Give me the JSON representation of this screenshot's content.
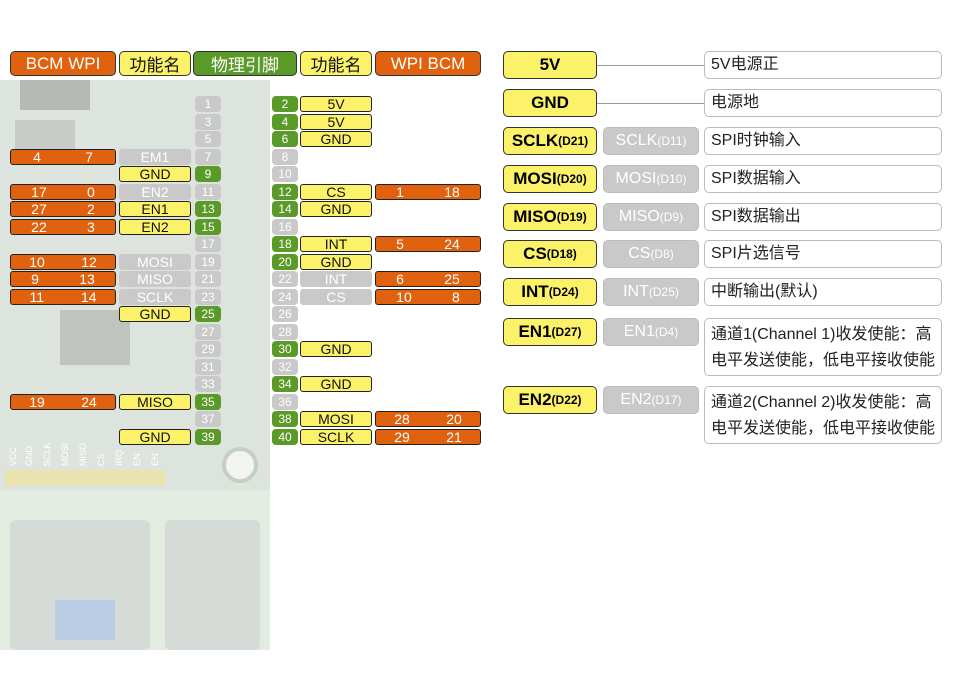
{
  "header": {
    "left_bcm_wpi": "BCM  WPI",
    "left_func": "功能名",
    "phys": "物理引脚",
    "right_func": "功能名",
    "right_wpi_bcm": "WPI  BCM"
  },
  "left_rows": [
    {
      "pin": "1",
      "func": "",
      "bcm": "",
      "wpi": "",
      "active": false
    },
    {
      "pin": "3",
      "func": "",
      "bcm": "",
      "wpi": "",
      "active": false
    },
    {
      "pin": "5",
      "func": "",
      "bcm": "",
      "wpi": "",
      "active": false
    },
    {
      "pin": "7",
      "func": "EM1",
      "bcm": "4",
      "wpi": "7",
      "active": false
    },
    {
      "pin": "9",
      "func": "GND",
      "bcm": "",
      "wpi": "",
      "active": true
    },
    {
      "pin": "11",
      "func": "EN2",
      "bcm": "17",
      "wpi": "0",
      "active": false
    },
    {
      "pin": "13",
      "func": "EN1",
      "bcm": "27",
      "wpi": "2",
      "active": true
    },
    {
      "pin": "15",
      "func": "EN2",
      "bcm": "22",
      "wpi": "3",
      "active": true
    },
    {
      "pin": "17",
      "func": "",
      "bcm": "",
      "wpi": "",
      "active": false
    },
    {
      "pin": "19",
      "func": "MOSI",
      "bcm": "10",
      "wpi": "12",
      "active": false
    },
    {
      "pin": "21",
      "func": "MISO",
      "bcm": "9",
      "wpi": "13",
      "active": false
    },
    {
      "pin": "23",
      "func": "SCLK",
      "bcm": "11",
      "wpi": "14",
      "active": false
    },
    {
      "pin": "25",
      "func": "GND",
      "bcm": "",
      "wpi": "",
      "active": true
    },
    {
      "pin": "27",
      "func": "",
      "bcm": "",
      "wpi": "",
      "active": false
    },
    {
      "pin": "29",
      "func": "",
      "bcm": "",
      "wpi": "",
      "active": false
    },
    {
      "pin": "31",
      "func": "",
      "bcm": "",
      "wpi": "",
      "active": false
    },
    {
      "pin": "33",
      "func": "",
      "bcm": "",
      "wpi": "",
      "active": false
    },
    {
      "pin": "35",
      "func": "MISO",
      "bcm": "19",
      "wpi": "24",
      "active": true
    },
    {
      "pin": "37",
      "func": "",
      "bcm": "",
      "wpi": "",
      "active": false
    },
    {
      "pin": "39",
      "func": "GND",
      "bcm": "",
      "wpi": "",
      "active": true
    }
  ],
  "right_rows": [
    {
      "pin": "2",
      "func": "5V",
      "wpi": "",
      "bcm": "",
      "active": true
    },
    {
      "pin": "4",
      "func": "5V",
      "wpi": "",
      "bcm": "",
      "active": true
    },
    {
      "pin": "6",
      "func": "GND",
      "wpi": "",
      "bcm": "",
      "active": true
    },
    {
      "pin": "8",
      "func": "",
      "wpi": "",
      "bcm": "",
      "active": false
    },
    {
      "pin": "10",
      "func": "",
      "wpi": "",
      "bcm": "",
      "active": false
    },
    {
      "pin": "12",
      "func": "CS",
      "wpi": "1",
      "bcm": "18",
      "active": true
    },
    {
      "pin": "14",
      "func": "GND",
      "wpi": "",
      "bcm": "",
      "active": true
    },
    {
      "pin": "16",
      "func": "",
      "wpi": "",
      "bcm": "",
      "active": false
    },
    {
      "pin": "18",
      "func": "INT",
      "wpi": "5",
      "bcm": "24",
      "active": true
    },
    {
      "pin": "20",
      "func": "GND",
      "wpi": "",
      "bcm": "",
      "active": true
    },
    {
      "pin": "22",
      "func": "INT",
      "wpi": "6",
      "bcm": "25",
      "active": false
    },
    {
      "pin": "24",
      "func": "CS",
      "wpi": "10",
      "bcm": "8",
      "active": false
    },
    {
      "pin": "26",
      "func": "",
      "wpi": "",
      "bcm": "",
      "active": false
    },
    {
      "pin": "28",
      "func": "",
      "wpi": "",
      "bcm": "",
      "active": false
    },
    {
      "pin": "30",
      "func": "GND",
      "wpi": "",
      "bcm": "",
      "active": true
    },
    {
      "pin": "32",
      "func": "",
      "wpi": "",
      "bcm": "",
      "active": false
    },
    {
      "pin": "34",
      "func": "GND",
      "wpi": "",
      "bcm": "",
      "active": true
    },
    {
      "pin": "36",
      "func": "",
      "wpi": "",
      "bcm": "",
      "active": false
    },
    {
      "pin": "38",
      "func": "MOSI",
      "wpi": "28",
      "bcm": "20",
      "active": true
    },
    {
      "pin": "40",
      "func": "SCLK",
      "wpi": "29",
      "bcm": "21",
      "active": true
    }
  ],
  "legend": [
    {
      "name": "5V",
      "alt": "",
      "desc": "5V电源正"
    },
    {
      "name": "GND",
      "alt": "",
      "desc": "电源地"
    },
    {
      "name": "SCLK",
      "name_sub": "(D21)",
      "alt": "SCLK",
      "alt_sub": "(D11)",
      "desc": "SPI时钟输入"
    },
    {
      "name": "MOSI",
      "name_sub": "(D20)",
      "alt": "MOSI",
      "alt_sub": "(D10)",
      "desc": "SPI数据输入"
    },
    {
      "name": "MISO",
      "name_sub": "(D19)",
      "alt": "MISO",
      "alt_sub": "(D9)",
      "desc": "SPI数据输出"
    },
    {
      "name": "CS",
      "name_sub": "(D18)",
      "alt": "CS",
      "alt_sub": "(D8)",
      "desc": "SPI片选信号"
    },
    {
      "name": "INT",
      "name_sub": "(D24)",
      "alt": "INT",
      "alt_sub": "(D25)",
      "desc": "中断输出(默认)"
    },
    {
      "name": "EN1",
      "name_sub": "(D27)",
      "alt": "EN1",
      "alt_sub": "(D4)",
      "desc": "通道1(Channel 1)收发使能：高电平发送使能，低电平接收使能"
    },
    {
      "name": "EN2",
      "name_sub": "(D22)",
      "alt": "EN2",
      "alt_sub": "(D17)",
      "desc": "通道2(Channel 2)收发使能：高电平发送使能，低电平接收使能"
    }
  ],
  "board_labels": [
    "VCC",
    "GND",
    "SCLK",
    "MOSI",
    "MISO",
    "CS",
    "IRQ",
    "EN",
    "EN"
  ],
  "colors": {
    "orange": "#e0620e",
    "yellow": "#fbf26a",
    "green": "#5a9a28",
    "gray": "#c9c9c9"
  }
}
